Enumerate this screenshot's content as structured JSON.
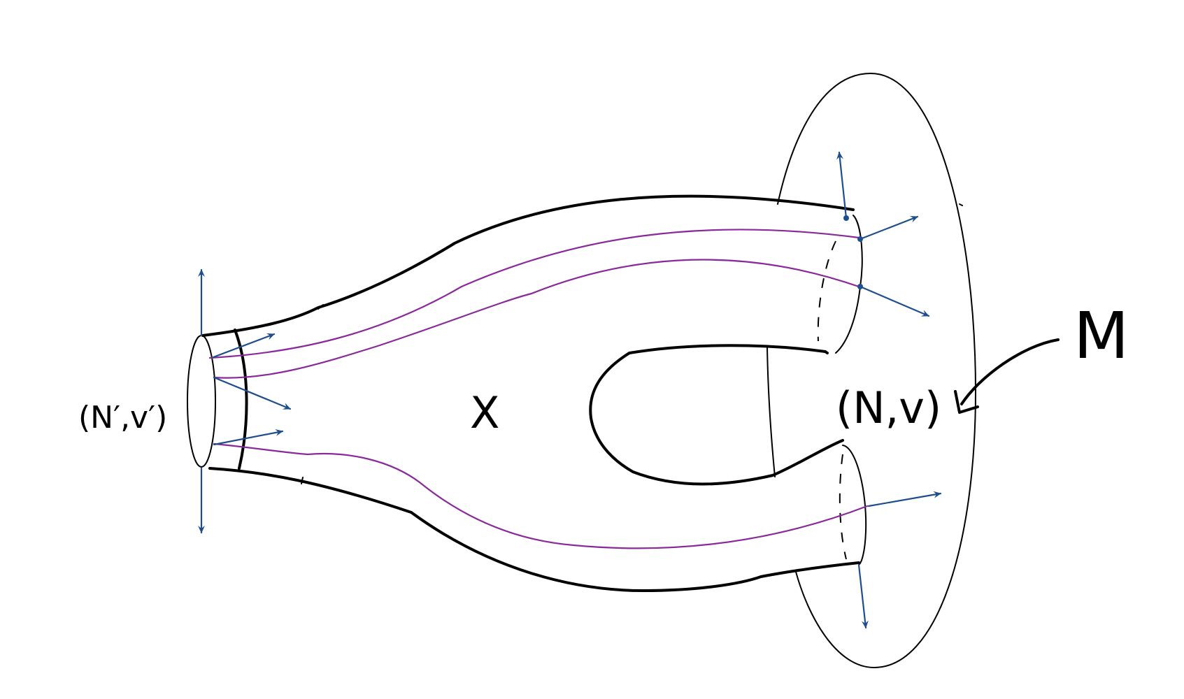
{
  "labels": {
    "left_boundary": "(N′,v′)",
    "cobordism": "X",
    "right_boundary": "(N,v)",
    "manifold": "M"
  },
  "colors": {
    "outline": "#000000",
    "flow_lines": "#8a2a9a",
    "vectors": "#1f4e8c",
    "background": "#ffffff"
  }
}
